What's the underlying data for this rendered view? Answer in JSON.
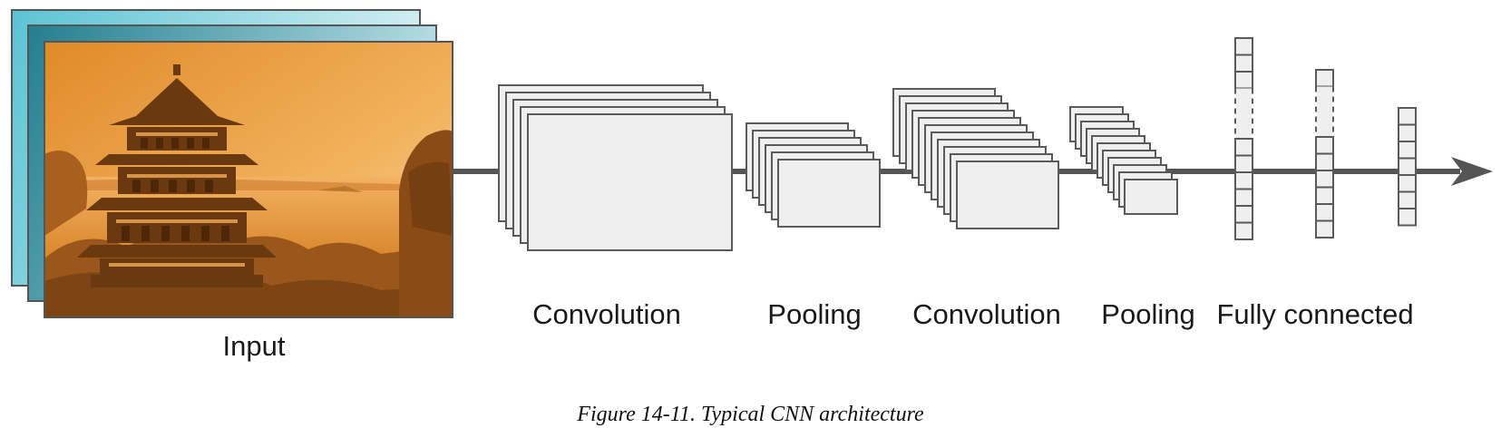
{
  "diagram": {
    "labels": {
      "input": "Input",
      "conv1": "Convolution",
      "pool1": "Pooling",
      "conv2": "Convolution",
      "pool2": "Pooling",
      "fc": "Fully connected"
    },
    "colors": {
      "arrow": "#555555",
      "map_fill": "#efefef",
      "map_stroke": "#5a5a5a",
      "input_back": "#4fb0c0",
      "input_mid": "#2e8a9a",
      "input_front": "#d9892c"
    },
    "image": "input photo of a pagoda (tinted orange)"
  },
  "caption": "Figure 14-11. Typical CNN architecture"
}
